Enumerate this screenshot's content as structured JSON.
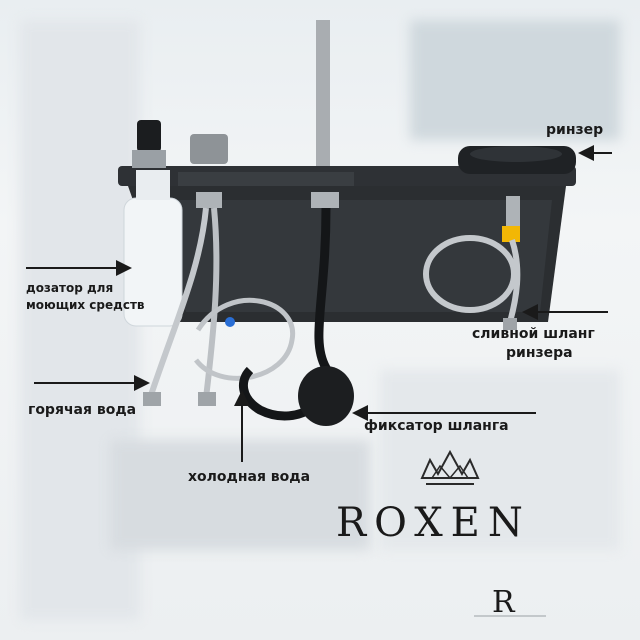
{
  "labels": {
    "rinser": "ринзер",
    "dispenser_line1": "дозатор для",
    "dispenser_line2": "моющих средств",
    "drain_hose_line1": "сливной шланг",
    "drain_hose_line2": "ринзера",
    "hot_water": "горячая вода",
    "hose_clamp": "фиксатор шланга",
    "cold_water": "холодная вода"
  },
  "brand": {
    "name": "ROXEN",
    "crown_icon": "crown-icon",
    "monogram": "R"
  },
  "colors": {
    "text": "#1a1a1a",
    "sink": "#2b2e31",
    "steel": "#b9bcbf",
    "background": "#eef1f3",
    "valve_yellow": "#f2b705",
    "valve_blue": "#2a6fd6"
  }
}
